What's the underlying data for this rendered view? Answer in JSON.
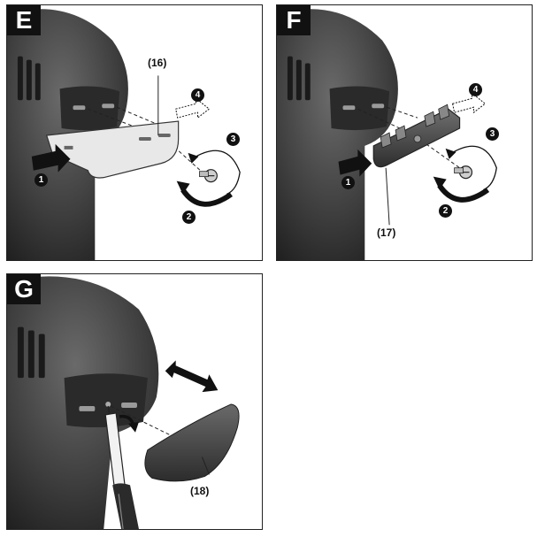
{
  "panels": {
    "e": {
      "letter": "E",
      "part_label": "(16)",
      "steps": [
        "1",
        "2",
        "3",
        "4"
      ]
    },
    "f": {
      "letter": "F",
      "part_label": "(17)",
      "steps": [
        "1",
        "2",
        "3",
        "4"
      ]
    },
    "g": {
      "letter": "G",
      "part_label": "(18)"
    }
  },
  "colors": {
    "tool_body": "#3d3d3d",
    "tool_dark": "#262626",
    "panel_border": "#222222",
    "badge_bg": "#111111"
  },
  "icons": [
    "push-arrow-icon",
    "rotate-arrow-icon",
    "slide-arrow-icon",
    "screw-icon",
    "screwdriver-icon",
    "double-arrow-icon"
  ]
}
